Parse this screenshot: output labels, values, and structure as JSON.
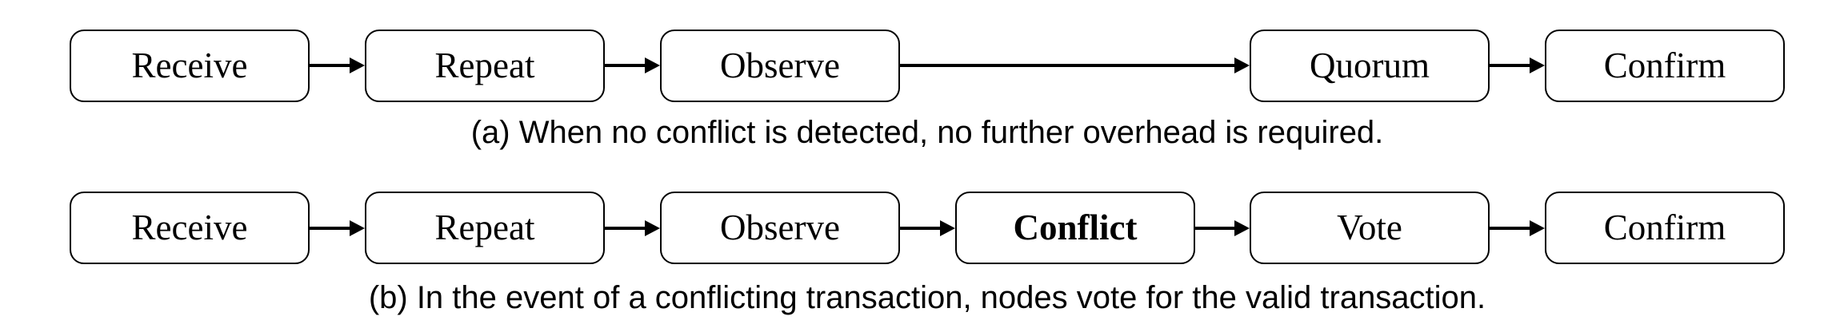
{
  "figure": {
    "subfigure_a": {
      "steps": {
        "s1": "Receive",
        "s2": "Repeat",
        "s3": "Observe",
        "s4": "Quorum",
        "s5": "Confirm"
      },
      "caption": "(a) When no conflict is detected, no further overhead is required."
    },
    "subfigure_b": {
      "steps": {
        "s1": "Receive",
        "s2": "Repeat",
        "s3": "Observe",
        "s4": "Conflict",
        "s5": "Vote",
        "s6": "Confirm"
      },
      "caption": "(b) In the event of a conflicting transaction, nodes vote for the valid transaction."
    },
    "styles": {
      "box_border_color": "#000000",
      "box_fill_color": "#ffffff",
      "text_color": "#000000",
      "background_color": "#ffffff",
      "emphasized_step": "Conflict"
    }
  }
}
